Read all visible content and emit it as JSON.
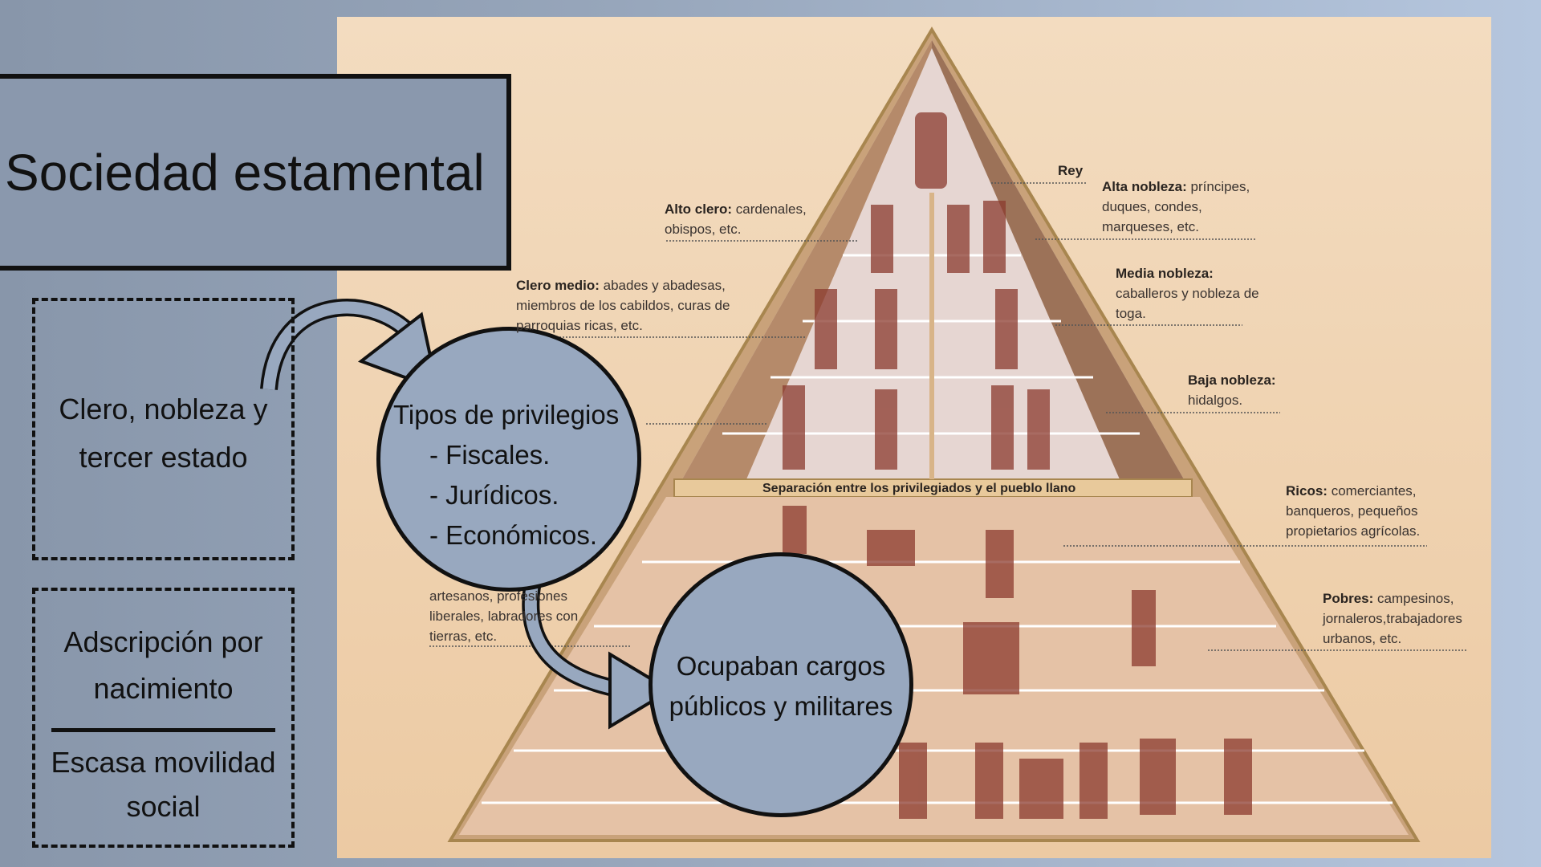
{
  "title": "Sociedad estamental",
  "boxes": {
    "estates": "Clero, nobleza y tercer estado",
    "ascription": "Adscripción por nacimiento",
    "mobility": "Escasa movilidad social"
  },
  "circles": {
    "privileges_title": "Tipos de privilegios",
    "privileges": [
      "- Fiscales.",
      "- Jurídicos.",
      "- Económicos."
    ],
    "offices": "Ocupaban cargos públicos y militares"
  },
  "pyramid": {
    "rey": "Rey",
    "alta_nobleza_title": "Alta nobleza:",
    "alta_nobleza_text": "príncipes, duques, condes, marqueses, etc.",
    "alto_clero_title": "Alto clero:",
    "alto_clero_text": "cardenales, obispos, etc.",
    "clero_medio_title": "Clero medio:",
    "clero_medio_text": "abades y abadesas, miembros de los cabildos, curas de parroquias ricas, etc.",
    "media_nobleza_title": "Media nobleza:",
    "media_nobleza_text": "caballeros y nobleza de toga.",
    "baja_nobleza_title": "Baja nobleza:",
    "baja_nobleza_text": "hidalgos.",
    "separacion": "Separación entre los privilegiados y el pueblo llano",
    "ricos_title": "Ricos:",
    "ricos_text": "comerciantes, banqueros, pequeños propietarios agrícolas.",
    "medios_text": "artesanos, profesiones liberales, labradores con tierras, etc.",
    "pobres_title": "Pobres:",
    "pobres_text": "campesinos, jornaleros,trabajadores urbanos, etc."
  },
  "colors": {
    "panel": "#f0d3b0",
    "circle": "#98a8bf",
    "background": "#8a98ad"
  }
}
